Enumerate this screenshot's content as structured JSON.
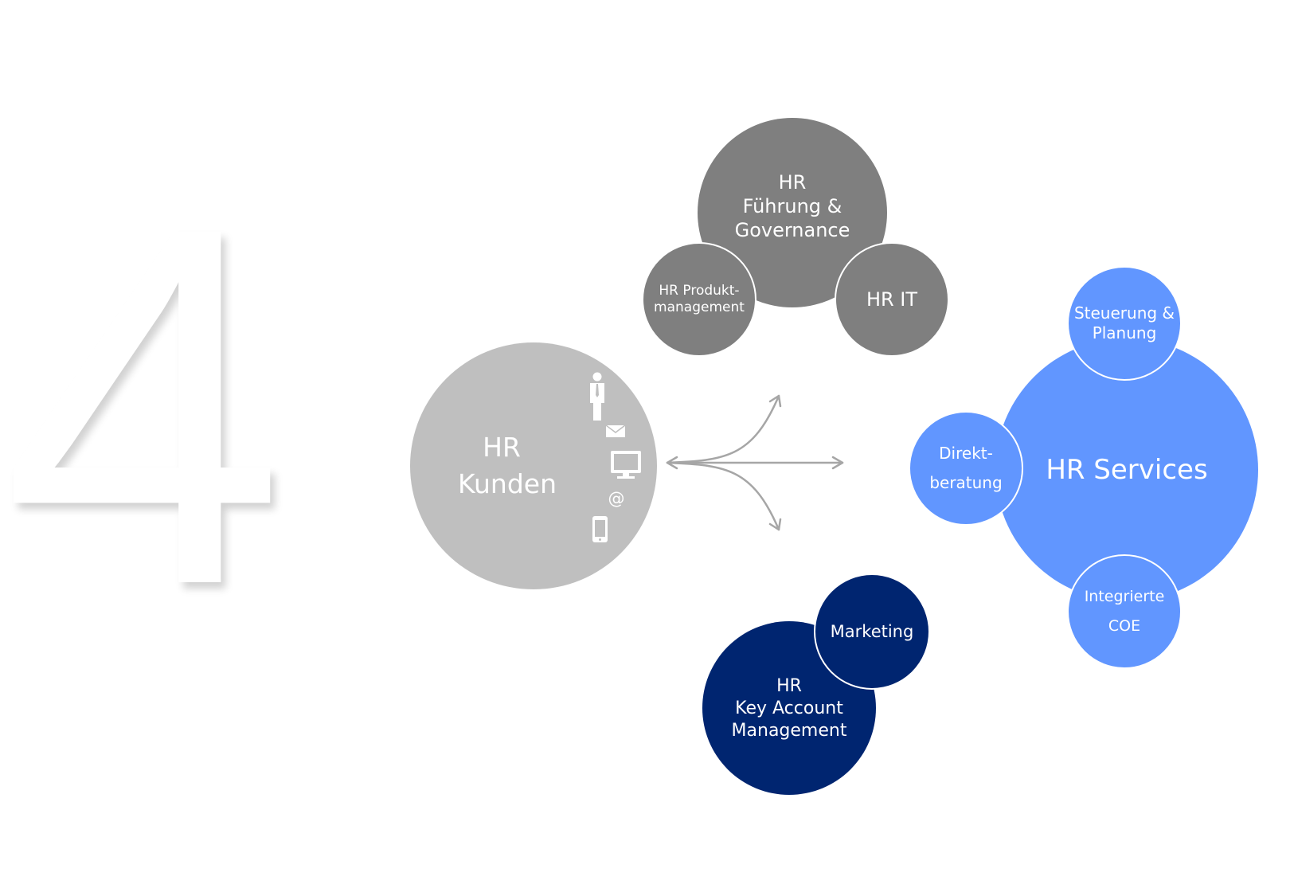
{
  "big_number": "4",
  "colors": {
    "gray_dark": "#7f7f7f",
    "gray_light": "#bfbfbf",
    "blue": "#6196ff",
    "navy": "#002570",
    "arrow": "#a6a6a6"
  },
  "nodes": {
    "fuehrung": "HR\nFührung &\nGovernance",
    "produkt": "HR Produkt-\nmanagement",
    "hr_it": "HR IT",
    "kunden": "HR\nKunden",
    "services": "HR Services",
    "steuerung": "Steuerung &\nPlanung",
    "direkt": "Direkt-\nberatung",
    "integriert": "Integrierte\nCOE",
    "kam": "HR\nKey Account\nManagement",
    "marketing": "Marketing"
  },
  "channel_icons": [
    "person-icon",
    "mail-icon",
    "monitor-icon",
    "at-icon",
    "phone-icon"
  ]
}
